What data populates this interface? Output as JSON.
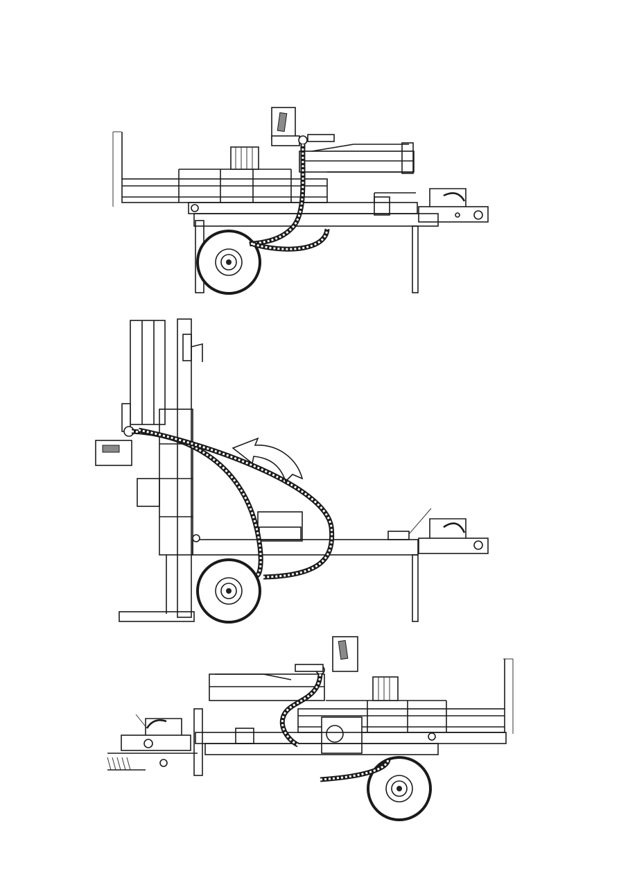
{
  "page": {
    "background": "#ffffff",
    "line_color": "#1a1a1a"
  },
  "figures": [
    {
      "id": "transport-position",
      "icon": "log-splitter-horizontal-icon"
    },
    {
      "id": "vertical-position",
      "icon": "log-splitter-vertical-icon",
      "arrow": "rotate-arrow-icon"
    },
    {
      "id": "hitched-position",
      "icon": "log-splitter-hitched-icon"
    }
  ]
}
